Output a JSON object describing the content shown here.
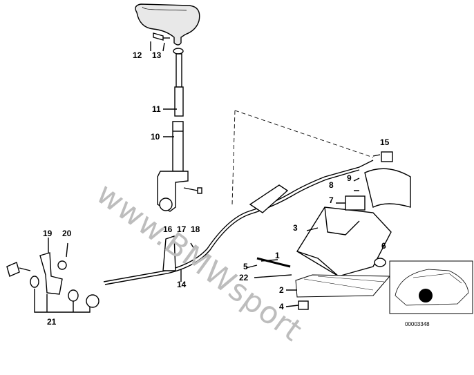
{
  "watermark": "www.BMWsport",
  "reference_number": "00003348",
  "callouts": {
    "c1": "1",
    "c2": "2",
    "c3": "3",
    "c4": "4",
    "c5": "5",
    "c6": "6",
    "c7": "7",
    "c8": "8",
    "c9": "9",
    "c10": "10",
    "c11": "11",
    "c12": "12",
    "c13": "13",
    "c14": "14",
    "c15": "15",
    "c16": "16",
    "c17": "17",
    "c18": "18",
    "c19": "19",
    "c20": "20",
    "c21": "21",
    "c22": "22"
  },
  "inset": {
    "icon": "car-silhouette-icon",
    "highlight_color": "#000000"
  }
}
